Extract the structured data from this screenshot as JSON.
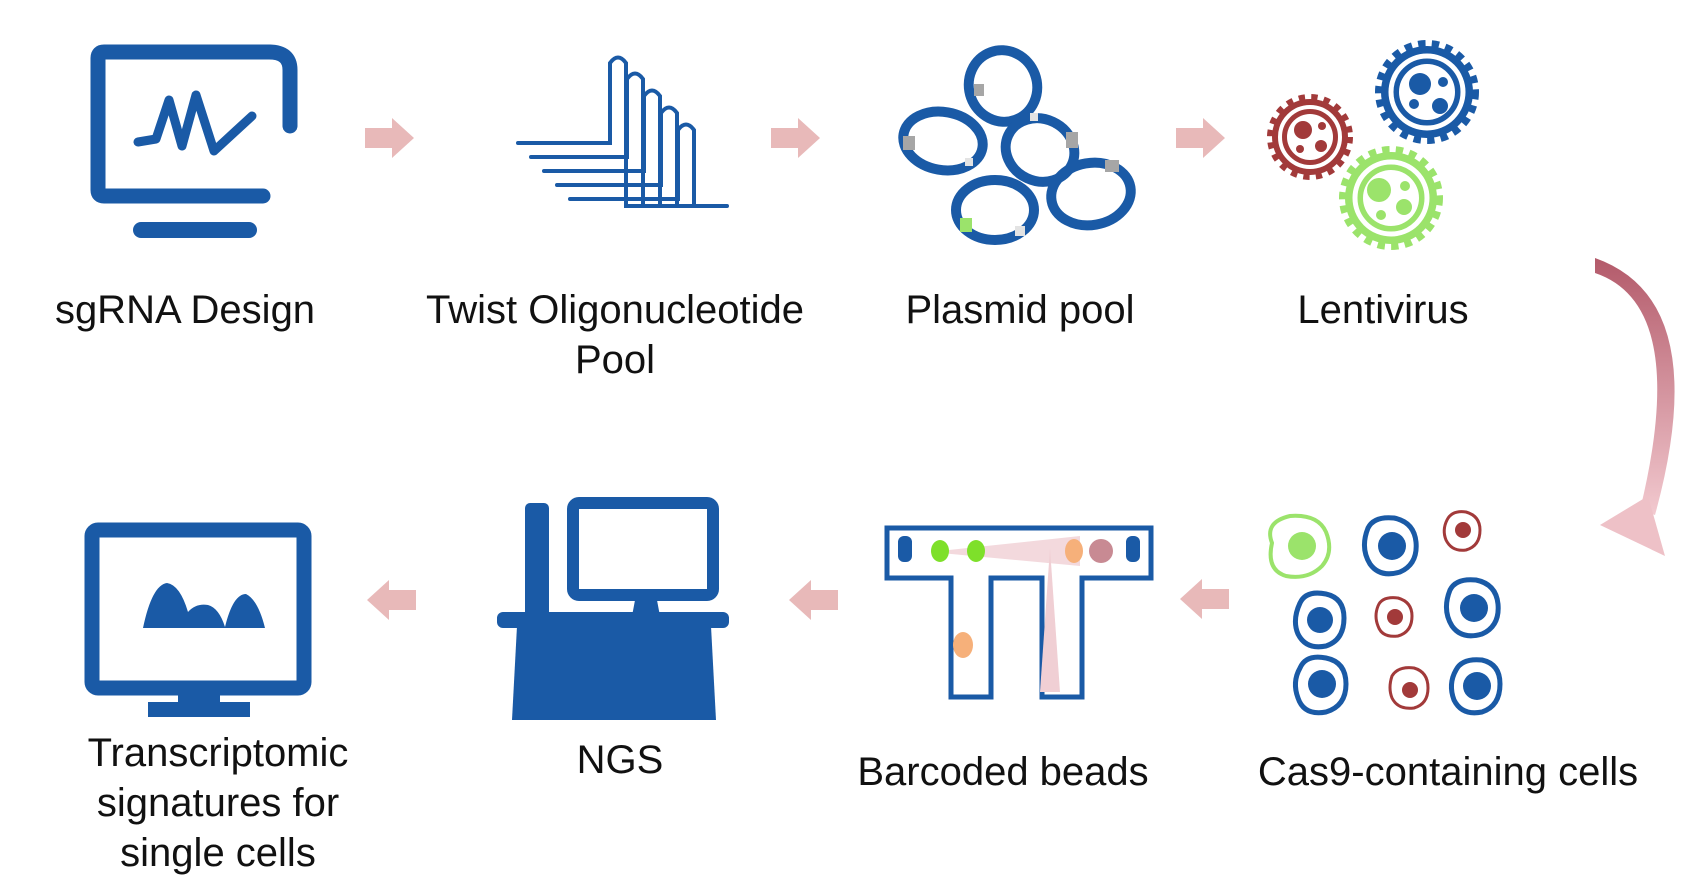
{
  "colors": {
    "blue": "#1a5aa6",
    "arrow": "#e8b9b9",
    "dark_red": "#a23a3a",
    "light_green": "#9be36b",
    "bright_green": "#7ee02a",
    "orange": "#f6b07a",
    "gray": "#a6a6a6"
  },
  "steps": [
    {
      "id": "sgrna-design",
      "label_lines": [
        "sgRNA Design"
      ],
      "icon": "monitor-waveform-icon"
    },
    {
      "id": "twist-oligonucleotide-pool",
      "label_lines": [
        "Twist Oligonucleotide",
        "Pool"
      ],
      "icon": "oligo-strands-icon"
    },
    {
      "id": "plasmid-pool",
      "label_lines": [
        "Plasmid pool"
      ],
      "icon": "plasmid-rings-icon"
    },
    {
      "id": "lentivirus",
      "label_lines": [
        "Lentivirus"
      ],
      "icon": "virus-particles-icon"
    },
    {
      "id": "cas9-containing-cells",
      "label_lines": [
        "Cas9-containing cells"
      ],
      "icon": "cells-icon"
    },
    {
      "id": "barcoded-beads",
      "label_lines": [
        "Barcoded beads"
      ],
      "icon": "microfluidic-chip-icon"
    },
    {
      "id": "ngs",
      "label_lines": [
        "NGS"
      ],
      "icon": "sequencer-icon"
    },
    {
      "id": "transcriptomic-signatures",
      "label_lines": [
        "Transcriptomic",
        "signatures for",
        "single cells"
      ],
      "icon": "monitor-peaks-icon"
    }
  ]
}
